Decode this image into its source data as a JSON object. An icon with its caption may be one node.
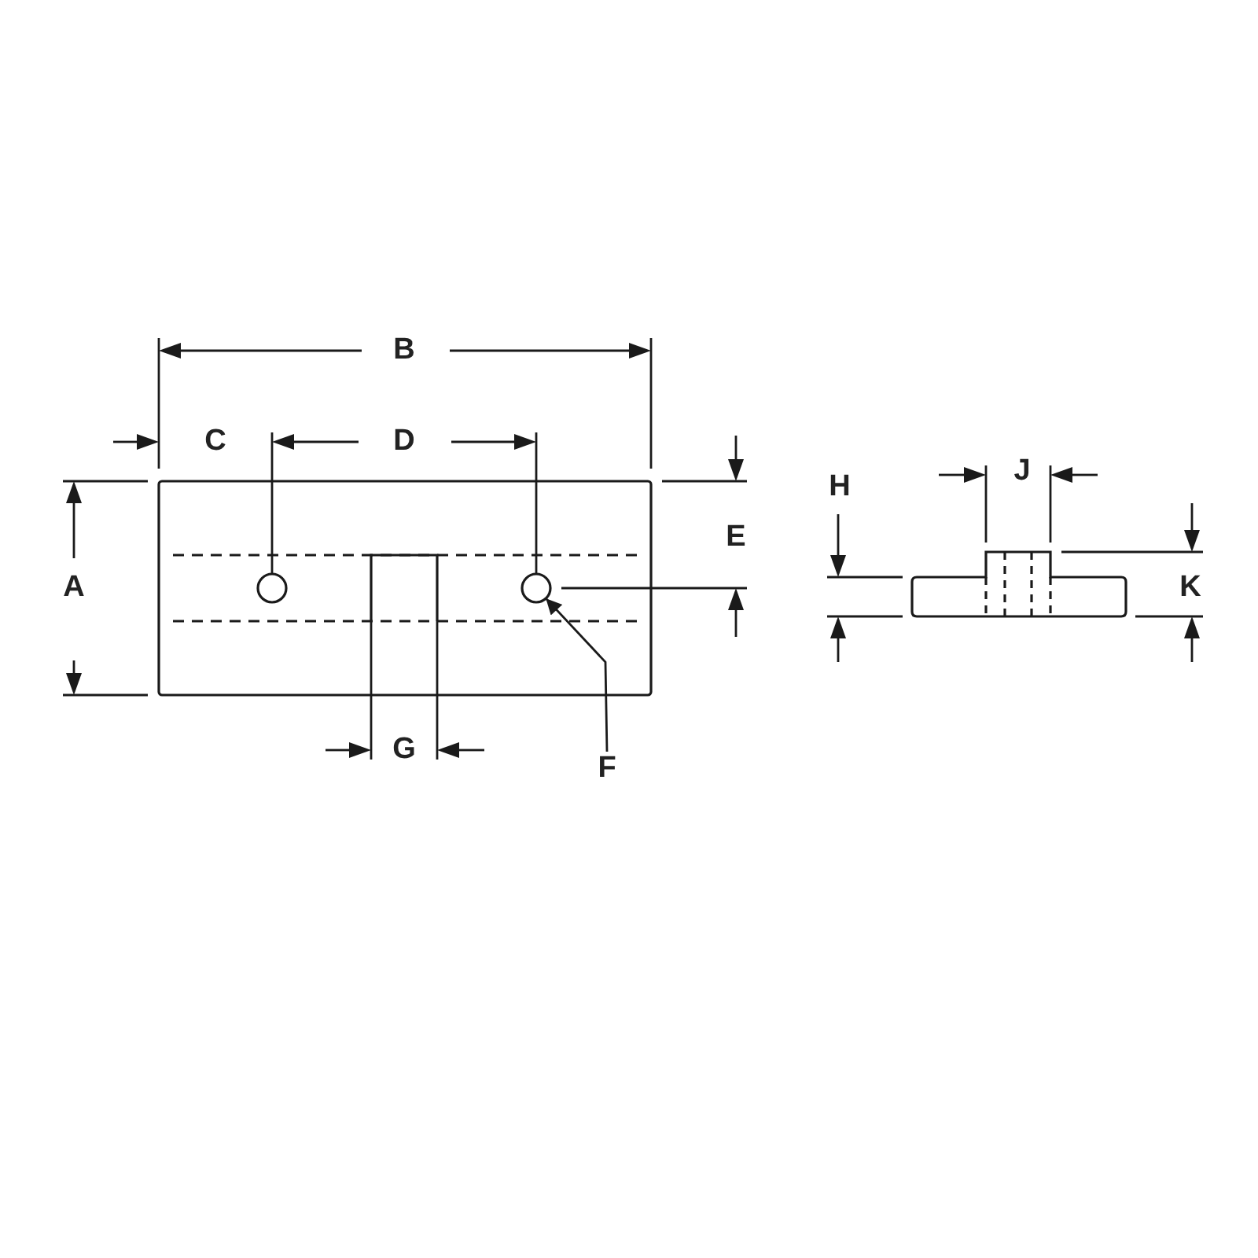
{
  "diagram": {
    "nodes": [
      {
        "text": [
          "F"
        ]
      },
      {
        "text": [],
        "shape": "circle"
      }
    ],
    "edges": [
      {
        "from": 0,
        "to": 1,
        "arrow": "to"
      }
    ],
    "labels": [
      "B",
      "C",
      "D",
      "J",
      "H",
      "E",
      "A",
      "K",
      "G"
    ]
  }
}
